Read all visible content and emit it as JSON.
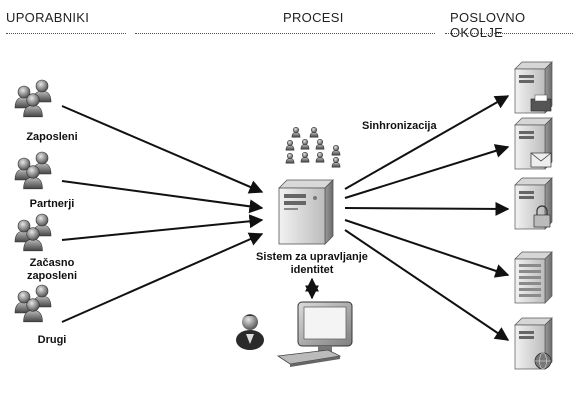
{
  "headers": {
    "users": "UPORABNIKI",
    "processes": "PROCESI",
    "business_environment": "POSLOVNO OKOLJE"
  },
  "user_groups": [
    {
      "label": "Zaposleni"
    },
    {
      "label": "Partnerji"
    },
    {
      "label": "Začasno\nzaposleni"
    },
    {
      "label": "Drugi"
    }
  ],
  "center": {
    "system_label": "Sistem za upravljanje\nidentitet",
    "sync_label": "Sinhronizacija"
  },
  "targets": [
    {
      "icon": "server-printer-icon"
    },
    {
      "icon": "server-mail-icon"
    },
    {
      "icon": "server-lock-icon"
    },
    {
      "icon": "server-cabinet-icon"
    },
    {
      "icon": "server-globe-icon"
    }
  ]
}
